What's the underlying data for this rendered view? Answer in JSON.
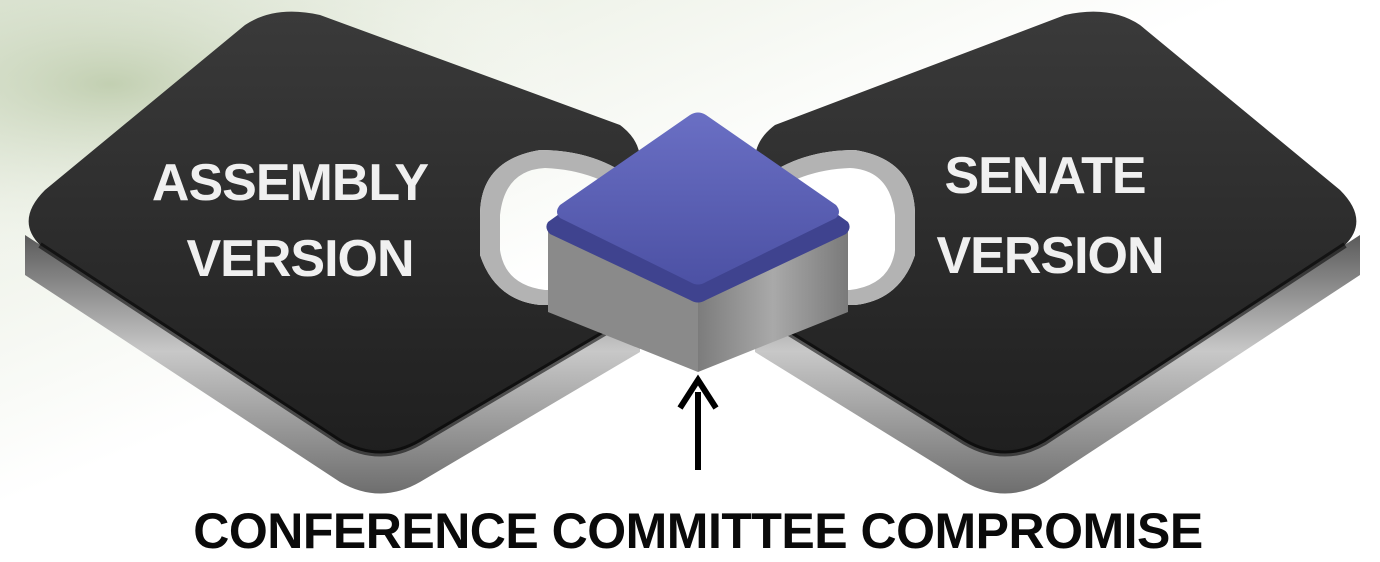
{
  "colors": {
    "block_top": "#2a2a2a",
    "block_side": "#9a9a9a",
    "center_top": "#5a5fb2",
    "center_side": "#8e8e8e",
    "caption": "#0a0a0a",
    "label": "#f0f0f0"
  },
  "left_block": {
    "line1": "ASSEMBLY",
    "line2": "VERSION"
  },
  "right_block": {
    "line1": "SENATE",
    "line2": "VERSION"
  },
  "caption": "CONFERENCE COMMITTEE COMPROMISE",
  "arrow_icon": "up-arrow-icon"
}
